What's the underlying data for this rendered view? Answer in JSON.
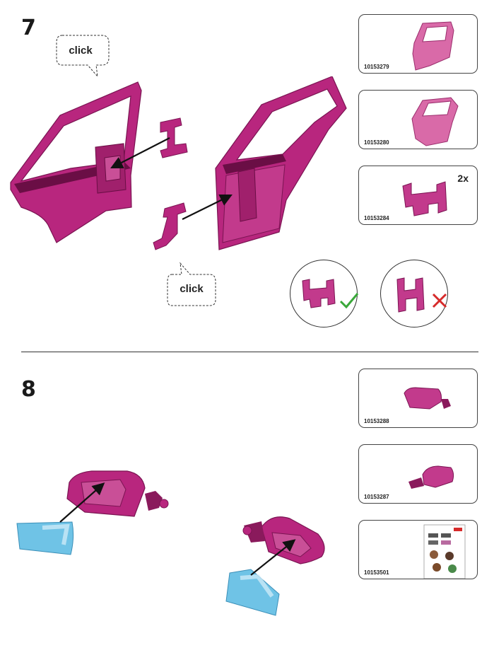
{
  "steps": [
    {
      "number": "7",
      "bubbles": [
        "click",
        "click"
      ],
      "parts": [
        {
          "number": "10153279",
          "quantity": ""
        },
        {
          "number": "10153280",
          "quantity": ""
        },
        {
          "number": "10153284",
          "quantity": "2x"
        }
      ],
      "orientation_check": {
        "correct_icon": "check-mark-icon",
        "wrong_icon": "x-mark-icon"
      }
    },
    {
      "number": "8",
      "parts": [
        {
          "number": "10153288",
          "quantity": ""
        },
        {
          "number": "10153287",
          "quantity": ""
        },
        {
          "number": "10153501",
          "quantity": ""
        }
      ]
    }
  ],
  "colors": {
    "part_magenta": "#b8267e",
    "part_magenta_dark": "#8a1a5c",
    "mirror_glass": "#6fc3e6",
    "check_green": "#3aa83a",
    "cross_red": "#d62a2a"
  }
}
